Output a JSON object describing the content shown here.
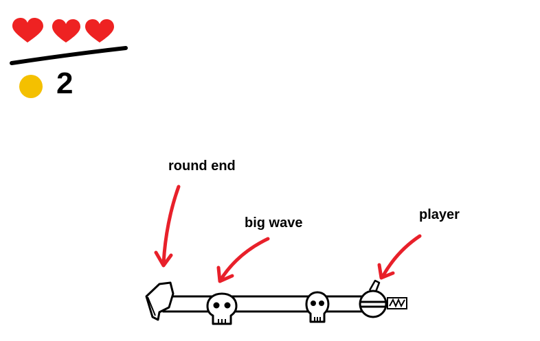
{
  "hud": {
    "lives": 3,
    "heart_icon": "heart-icon",
    "heart_color": "#ee2222",
    "coin_icon": "coin-icon",
    "coin_color": "#f4c000",
    "coins": "2"
  },
  "progress_track": {
    "annotations": [
      {
        "text": "round end"
      },
      {
        "text": "big wave"
      },
      {
        "text": "player"
      }
    ],
    "arrow_color": "#e8202a",
    "markers": [
      {
        "icon": "flag-icon",
        "meaning": "round end"
      },
      {
        "icon": "skull-icon",
        "meaning": "big wave"
      },
      {
        "icon": "skull-icon",
        "meaning": "big wave"
      },
      {
        "icon": "player-ball-icon",
        "meaning": "player"
      }
    ]
  }
}
